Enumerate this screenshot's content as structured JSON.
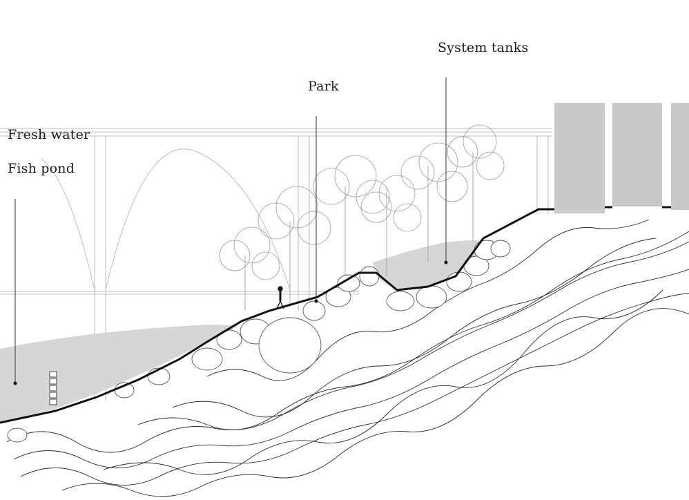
{
  "labels": {
    "fresh_water": "Fresh water",
    "fish_pond": "Fish pond",
    "park": "Park",
    "system_tanks": "System tanks"
  },
  "colors": {
    "water_fill": "#d6d6d6",
    "tank_fill": "#c9c9c9",
    "ground_line": "#111111",
    "contour_line": "#2a2a2a",
    "bridge_line": "#bdbdbd",
    "tree_line": "#9a9a9a"
  },
  "icons": [
    "person-walking-icon",
    "fish-ladder-icon"
  ]
}
